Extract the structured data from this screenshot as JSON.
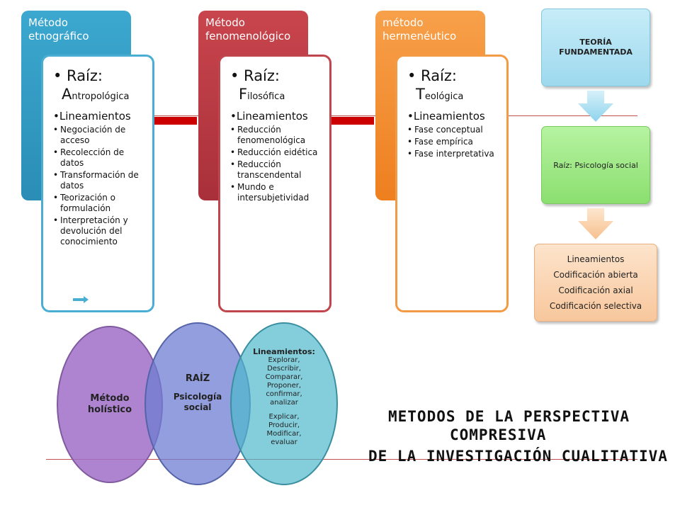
{
  "methods": [
    {
      "tab_line1": "Método",
      "tab_line2": "etnográfico",
      "raiz_label": "• Raíz:",
      "raiz_initial": "A",
      "raiz_rest": "ntropológica",
      "lineamientos": "•Lineamientos",
      "items": [
        "Negociación de acceso",
        "Recolección de datos",
        "Transformación de datos",
        "Teorización o formulación",
        "Interpretación y devolución del conocimiento"
      ]
    },
    {
      "tab_line1": "Método",
      "tab_line2": "fenomenológico",
      "raiz_label": "• Raíz:",
      "raiz_initial": "F",
      "raiz_rest": "ilosófica",
      "lineamientos": "•Lineamientos",
      "items": [
        "Reducción fenomenológica",
        "Reducción eidética",
        "Reducción transcendental",
        "Mundo e intersubjetividad"
      ]
    },
    {
      "tab_line1": "método",
      "tab_line2": "hermenéutico",
      "raiz_label": "• Raíz:",
      "raiz_initial": "T",
      "raiz_rest": "eológica",
      "lineamientos": "•Lineamientos",
      "items": [
        "Fase conceptual",
        "Fase empírica",
        "Fase interpretativa"
      ]
    }
  ],
  "teoria": {
    "title_line1": "TEORÍA",
    "title_line2": "FUNDAMENTADA",
    "raiz": "Raíz: Psicología social",
    "lines": [
      "Lineamientos",
      "Codificación abierta",
      "Codificación axial",
      "Codificación selectiva"
    ]
  },
  "holistic": {
    "name_line1": "Método",
    "name_line2": "holístico",
    "raiz_title": "RAÍZ",
    "raiz_line1": "Psicología",
    "raiz_line2": "social",
    "lin_title": "Lineamientos:",
    "lin_items": [
      "Explorar,",
      "Describir,",
      "Comparar,",
      "Proponer,",
      "confirmar,",
      "analizar"
    ],
    "lin_items2": [
      "Explicar,",
      "Producir,",
      "Modificar,",
      "evaluar"
    ]
  },
  "title": {
    "line1": "METODOS DE LA PERSPECTIVA",
    "line2": "COMPRESIVA",
    "line3": "DE LA INVESTIGACIÓN CUALITATIVA"
  },
  "colors": {
    "blue": "#2a8db5",
    "red": "#a8303a",
    "orange": "#ee7f1f",
    "connector": "#cc0000"
  }
}
